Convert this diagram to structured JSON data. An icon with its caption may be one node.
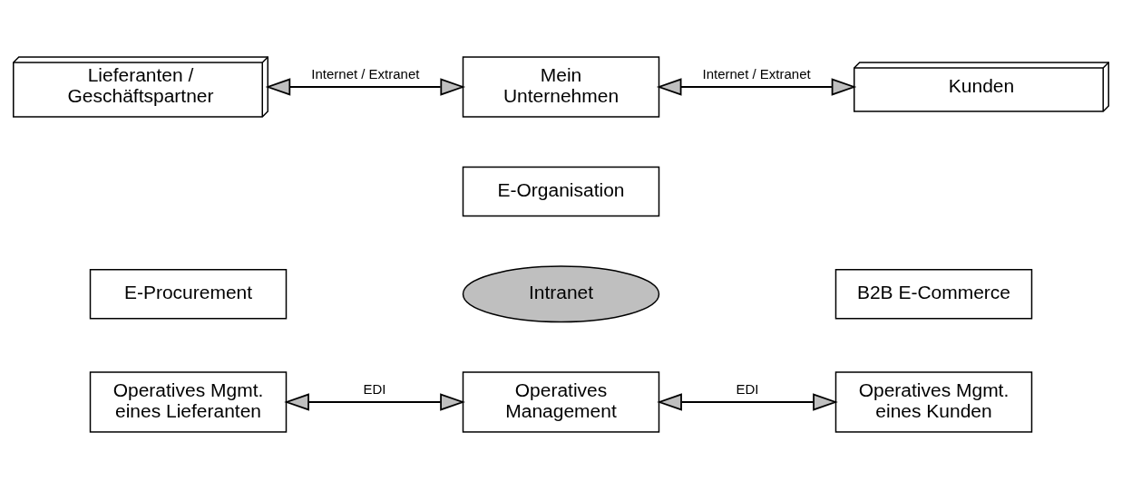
{
  "diagram": {
    "nodes": [
      {
        "text": [
          "Lieferanten / Geschäftspartner"
        ]
      },
      {
        "text": [
          "Mein Unternehmen"
        ]
      },
      {
        "text": [
          "E-Organisation"
        ]
      },
      {
        "text": [
          "Kunden"
        ]
      },
      {
        "text": [
          "E-Procurement"
        ]
      },
      {
        "text": [
          "Intranet"
        ]
      },
      {
        "text": [
          "B2B E-Commerce"
        ]
      },
      {
        "text": [
          "Operatives Mgmt. eines Lieferanten"
        ]
      },
      {
        "text": [
          "Operatives Management"
        ]
      },
      {
        "text": [
          "Operatives Mgmt. eines Kunden"
        ]
      }
    ],
    "edges": [
      {
        "from": 0,
        "to": 1,
        "arrow": "both",
        "label": "Internet / Extranet"
      },
      {
        "from": 1,
        "to": 3,
        "arrow": "both",
        "label": "Internet / Extranet"
      },
      {
        "from": 7,
        "to": 8,
        "arrow": "both",
        "label": "EDI"
      },
      {
        "from": 8,
        "to": 9,
        "arrow": "both",
        "label": "EDI"
      }
    ]
  }
}
